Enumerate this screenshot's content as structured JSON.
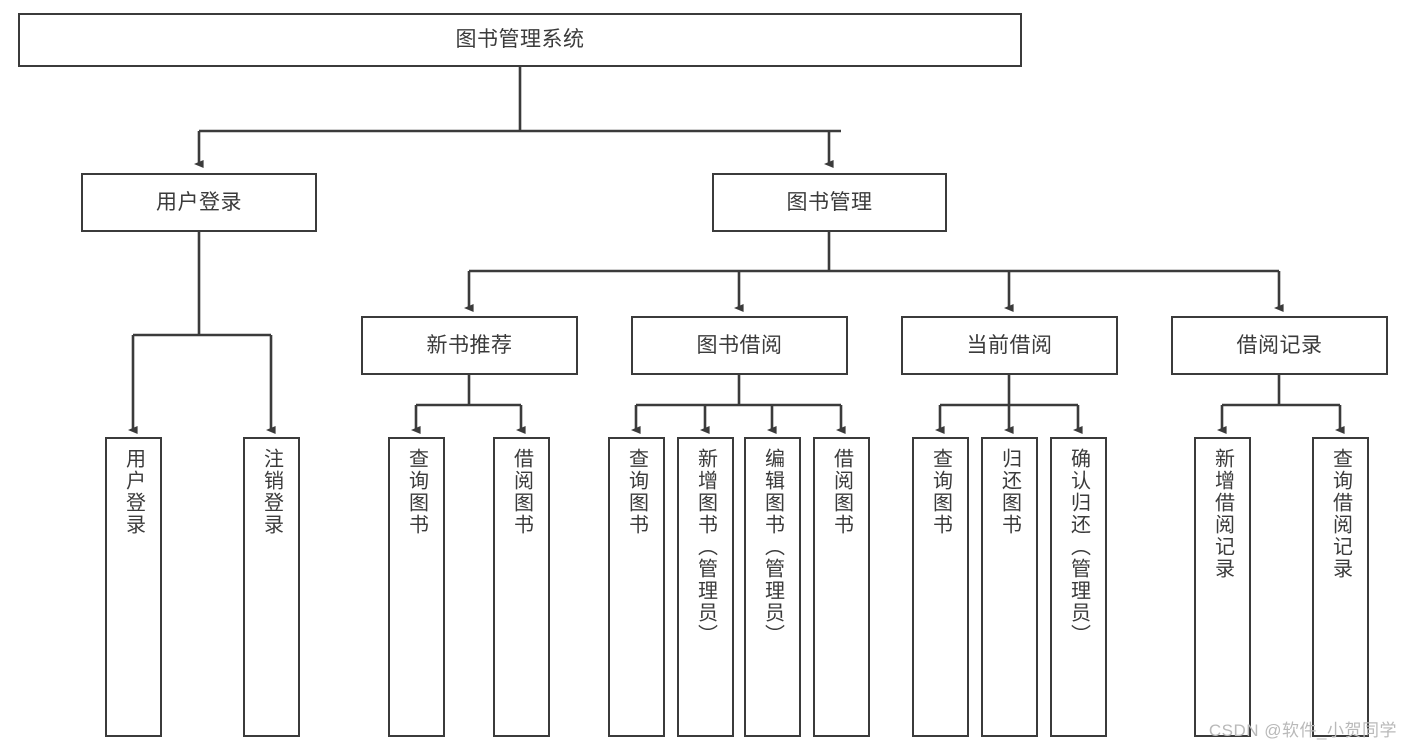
{
  "diagram": {
    "type": "tree-hierarchy-chart",
    "title": "图书管理系统",
    "stroke_color": "#3b3b3b",
    "text_color": "#3b3b3b",
    "background_color": "#ffffff",
    "root": {
      "label": "图书管理系统"
    },
    "level2": [
      {
        "label": "用户登录"
      },
      {
        "label": "图书管理"
      }
    ],
    "level3": [
      {
        "label": "新书推荐"
      },
      {
        "label": "图书借阅"
      },
      {
        "label": "当前借阅"
      },
      {
        "label": "借阅记录"
      }
    ],
    "leaves": {
      "user_login": [
        {
          "label": "用户登录"
        },
        {
          "label": "注销登录"
        }
      ],
      "new_book_recommend": [
        {
          "label": "查询图书"
        },
        {
          "label": "借阅图书"
        }
      ],
      "book_borrow": [
        {
          "label": "查询图书"
        },
        {
          "label": "新增图书（管理员）"
        },
        {
          "label": "编辑图书（管理员）"
        },
        {
          "label": "借阅图书"
        }
      ],
      "current_borrow": [
        {
          "label": "查询图书"
        },
        {
          "label": "归还图书"
        },
        {
          "label": "确认归还（管理员）"
        }
      ],
      "borrow_record": [
        {
          "label": "新增借阅记录"
        },
        {
          "label": "查询借阅记录"
        }
      ]
    }
  },
  "watermark": {
    "text": "CSDN @软件_小贺同学"
  }
}
